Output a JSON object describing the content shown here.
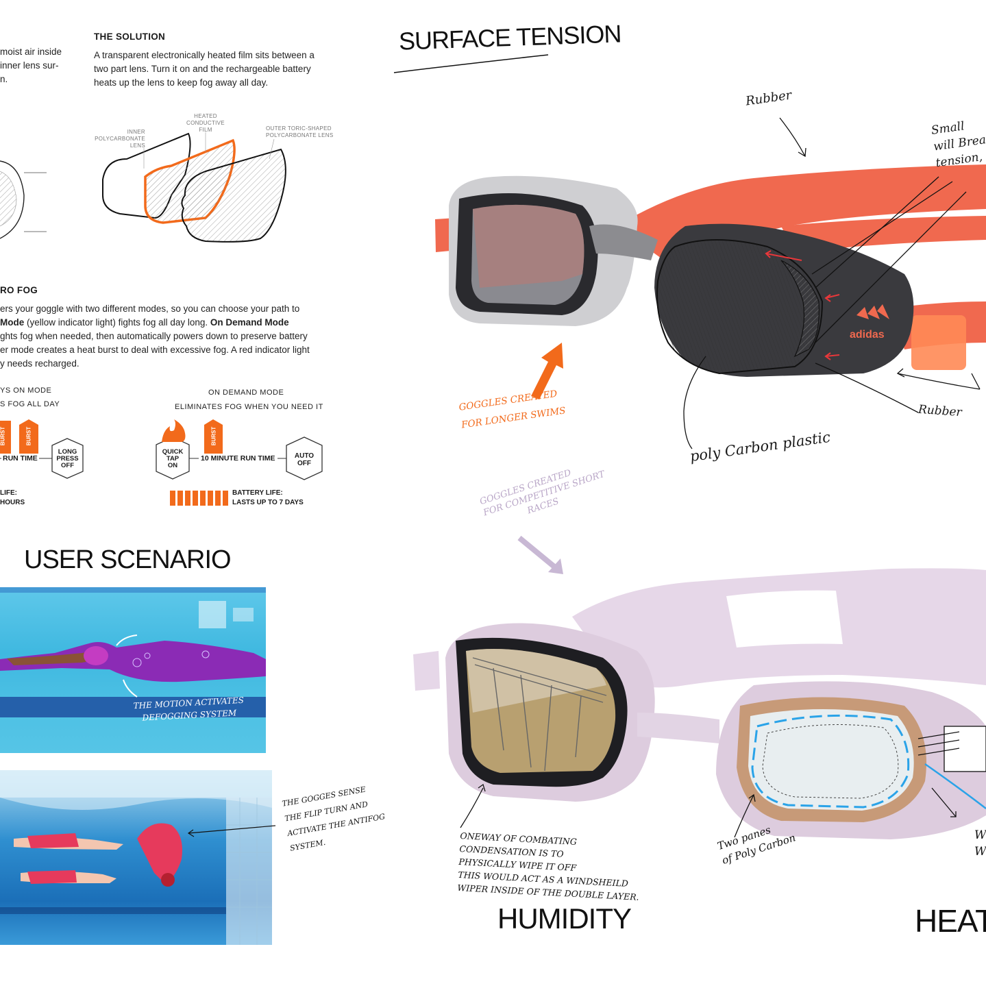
{
  "left_top": {
    "intro_lines": [
      "moist air inside",
      "inner lens sur-",
      "n."
    ],
    "solution_title": "THE SOLUTION",
    "solution_lines": [
      "A transparent electronically heated film  sits between a",
      "two part lens. Turn it on and the rechargeable battery",
      "heats up the lens to keep fog away all day."
    ],
    "diagram_labels": {
      "inner": [
        "INNER",
        "POLYCARBONATE",
        "LENS"
      ],
      "heated": [
        "HEATED",
        "CONDUCTIVE",
        "FILM"
      ],
      "outer": [
        "OUTER TORIC-SHAPED",
        "POLYCARBONATE LENS"
      ]
    }
  },
  "zero_fog": {
    "title": "RO FOG",
    "lines": [
      "ers your goggle with two different modes, so you can choose your path to",
      "(yellow indicator light) fights fog all day long.",
      "ghts fog when needed, then automatically powers down to preserve battery",
      "er mode creates a heat burst to deal with excessive fog. A red indicator light",
      "y needs recharged."
    ],
    "mode_bold": "Mode",
    "on_demand_bold": "On Demand Mode",
    "always_on": {
      "title": "YS ON MODE",
      "subtitle": "S FOG ALL DAY",
      "burst1": "BURST",
      "burst2": "BURST",
      "run_time": "RUN TIME",
      "long_press": [
        "LONG",
        "PRESS",
        "OFF"
      ],
      "battery_1": "LIFE:",
      "battery_2": "HOURS"
    },
    "on_demand": {
      "title": "ON DEMAND MODE",
      "subtitle": "ELIMINATES FOG WHEN YOU NEED IT",
      "burst": "BURST",
      "quick_tap": [
        "QUICK",
        "TAP",
        "ON"
      ],
      "run_time": "10 MINUTE RUN TIME",
      "auto_off": [
        "AUTO",
        "OFF"
      ],
      "battery_1": "BATTERY LIFE:",
      "battery_2": "LASTS UP TO 7 DAYS"
    }
  },
  "user_scenario": {
    "title": "USER SCENARIO",
    "photo1_note": [
      "THE MOTION ACTIVATES",
      "DEFOGGING SYSTEM"
    ],
    "photo2_note": [
      "THE GOGGES  SENSE",
      "THE FLIP TURN AND",
      "ACTIVATE THE ANTIFOG",
      "SYSTEM."
    ]
  },
  "surface_tension": {
    "title": "SURFACE TENSION",
    "rubber_top": "Rubber",
    "small_note": [
      "Small",
      "will Break",
      "tension, Th"
    ],
    "rubber_right": "Rubber",
    "polycarbon": "poly Carbon  plastic",
    "orange_note": [
      "GOGGLES  CREATED",
      "FOR  LONGER  SWIMS"
    ],
    "logo": "adidas"
  },
  "lower_right": {
    "purple_note": [
      "GOGGLES CREATED",
      "FOR COMPETITIVE SHORT",
      "RACES"
    ],
    "humidity_title": "HUMIDITY",
    "heat_title": "HEAT",
    "humidity_note": [
      "ONEWAY OF COMBATING",
      "CONDENSATION  IS TO",
      "PHYSICALLY WIPE IT OFF",
      "THIS WOULD ACT AS A WINDSHEILD",
      "WIPER  INSIDE OF THE DOUBLE LAYER."
    ],
    "two_panes": [
      "Two panes",
      "of Poly Carbon"
    ],
    "right_edge": [
      "Wi",
      "Wh"
    ]
  },
  "colors": {
    "orange": "#f26a1b",
    "goggle_orange": "#f0694f",
    "lilac": "#e6d7e8",
    "purple_note": "#b9a6c7",
    "blue_arrow": "#2aa3e8",
    "pool_blue": "#3fb8e0"
  }
}
